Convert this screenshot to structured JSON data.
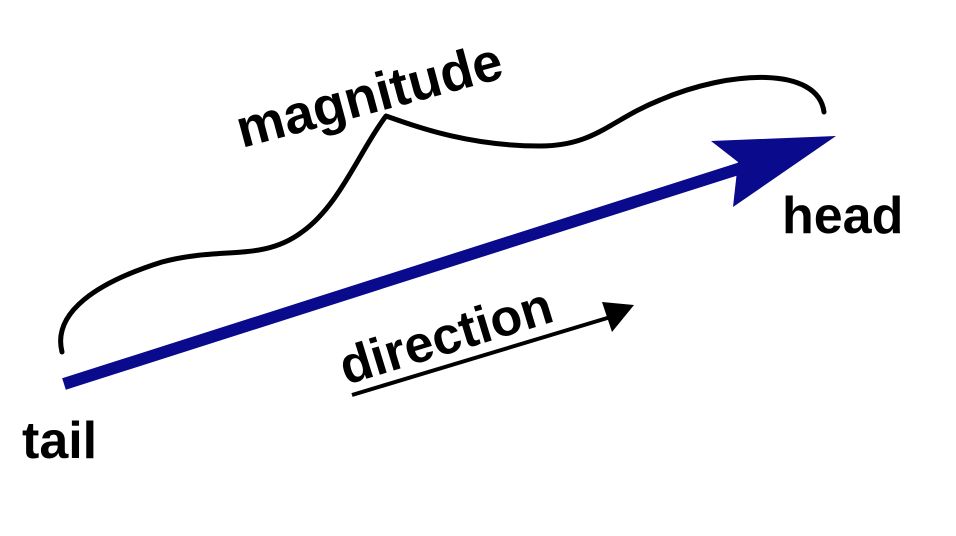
{
  "labels": {
    "magnitude": "magnitude",
    "head": "head",
    "tail": "tail",
    "direction": "direction"
  },
  "colors": {
    "vector": "#0a0a8c",
    "ink": "#000000",
    "background": "#ffffff"
  }
}
